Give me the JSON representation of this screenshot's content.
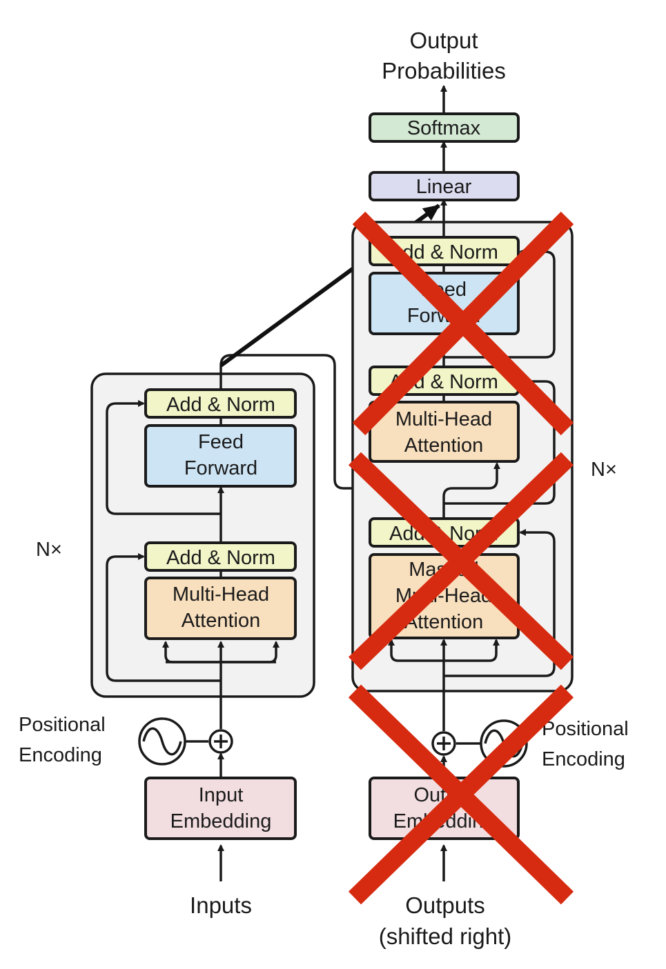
{
  "encoder": {
    "repeat_label": "N×",
    "add_norm_top": "Add & Norm",
    "feed_forward": [
      "Feed",
      "Forward"
    ],
    "add_norm_bottom": "Add & Norm",
    "attention": [
      "Multi-Head",
      "Attention"
    ],
    "positional_encoding": [
      "Positional",
      "Encoding"
    ],
    "embedding": [
      "Input",
      "Embedding"
    ],
    "input_label": "Inputs"
  },
  "decoder": {
    "repeat_label": "N×",
    "add_norm_top": "Add & Norm",
    "feed_forward": [
      "Feed",
      "Forward"
    ],
    "add_norm_mid": "Add & Norm",
    "cross_attention": [
      "Multi-Head",
      "Attention"
    ],
    "add_norm_bottom": "Add & Norm",
    "masked_attention": [
      "Masked",
      "Multi-Head",
      "Attention"
    ],
    "positional_encoding": [
      "Positional",
      "Encoding"
    ],
    "embedding": [
      "Output",
      "Embedding"
    ],
    "input_label": [
      "Outputs",
      "(shifted right)"
    ]
  },
  "head": {
    "linear": "Linear",
    "softmax": "Softmax",
    "output_label": [
      "Output",
      "Probabilities"
    ]
  },
  "colors": {
    "add_norm": "#f2f5c8",
    "feed_forward": "#cde4f4",
    "attention": "#f8dfbd",
    "embedding": "#f2dde0",
    "linear": "#dcdcf1",
    "softmax": "#d4e9d4",
    "stack_bg": "#f2f2f2",
    "cross_mark": "#d62b10"
  }
}
